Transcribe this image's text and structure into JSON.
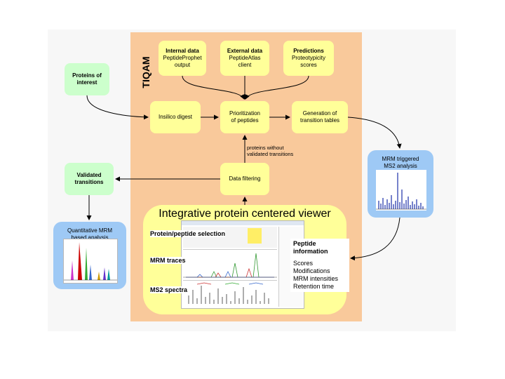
{
  "tiqam_label": "TIQAM",
  "inputs": {
    "internal": {
      "title": "Internal data",
      "l1": "PeptideProphet",
      "l2": "output"
    },
    "external": {
      "title": "External data",
      "l1": "PeptideAtlas",
      "l2": "client"
    },
    "predictions": {
      "title": "Predictions",
      "l1": "Proteotypicity",
      "l2": "scores"
    }
  },
  "proteins_of_interest": {
    "l1": "Proteins of",
    "l2": "interest"
  },
  "insilico_digest": "Insilico digest",
  "prioritization": {
    "l1": "Prioritization",
    "l2": "of peptides"
  },
  "generation": {
    "l1": "Generation of",
    "l2": "transition tables"
  },
  "mrm_triggered": {
    "l1": "MRM triggered",
    "l2": "MS2 analysis"
  },
  "feedback_note": {
    "l1": "proteins without",
    "l2": "validated transitions"
  },
  "data_filtering": "Data filtering",
  "validated": {
    "l1": "Validated",
    "l2": "transitions"
  },
  "quantitative": {
    "l1": "Quantitative MRM",
    "l2": "based analysis"
  },
  "viewer": {
    "title": "Integrative protein centered viewer",
    "sel_label": "Protein/peptide selection",
    "mrm_label": "MRM traces",
    "ms2_label": "MS2 spectra",
    "peptide_info": {
      "title_l1": "Peptide",
      "title_l2": "information",
      "items": [
        "Scores",
        "Modifications",
        "MRM intensities",
        "Retention time"
      ]
    }
  },
  "colors": {
    "panel": "#f9c99b",
    "box_yellow": "#ffff99",
    "box_green": "#ccffcc",
    "box_blue": "#9ec9f5"
  }
}
